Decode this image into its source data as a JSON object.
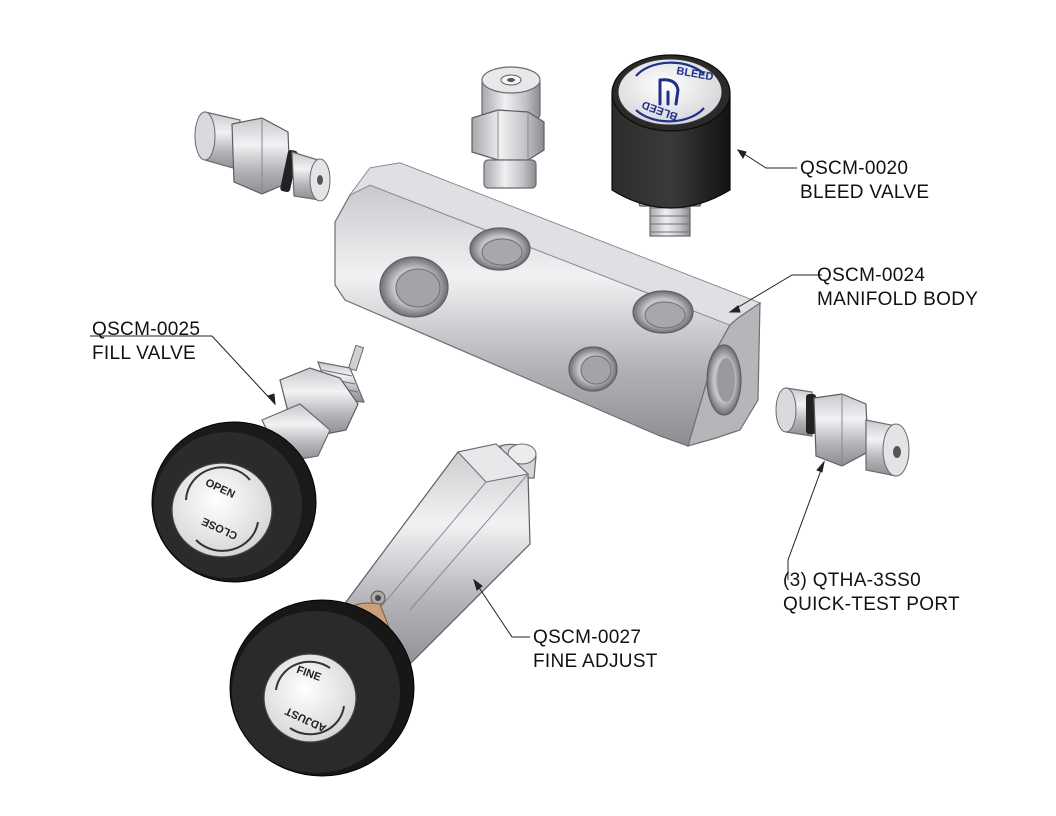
{
  "callouts": {
    "bleed_valve": {
      "part": "QSCM-0020",
      "name": "BLEED VALVE"
    },
    "manifold_body": {
      "part": "QSCM-0024",
      "name": "MANIFOLD BODY"
    },
    "fill_valve": {
      "part": "QSCM-0025",
      "name": "FILL VALVE"
    },
    "fine_adjust": {
      "part": "QSCM-0027",
      "name": "FINE ADJUST"
    },
    "quick_test_port": {
      "part": "(3) QTHA-3SS0",
      "name": "QUICK-TEST PORT"
    }
  },
  "knob_labels": {
    "bleed_top": "BLEED",
    "bleed_bottom": "BLEED",
    "fill_open": "OPEN",
    "fill_close": "CLOSE",
    "fine_top": "FINE",
    "fine_bottom": "ADJUST"
  },
  "colors": {
    "steel_light": "#e6e6e8",
    "steel_mid": "#b9b9bd",
    "steel_dark": "#8e8e93",
    "knob_black": "#1f1f1f",
    "brand_blue": "#1f2f8a"
  }
}
